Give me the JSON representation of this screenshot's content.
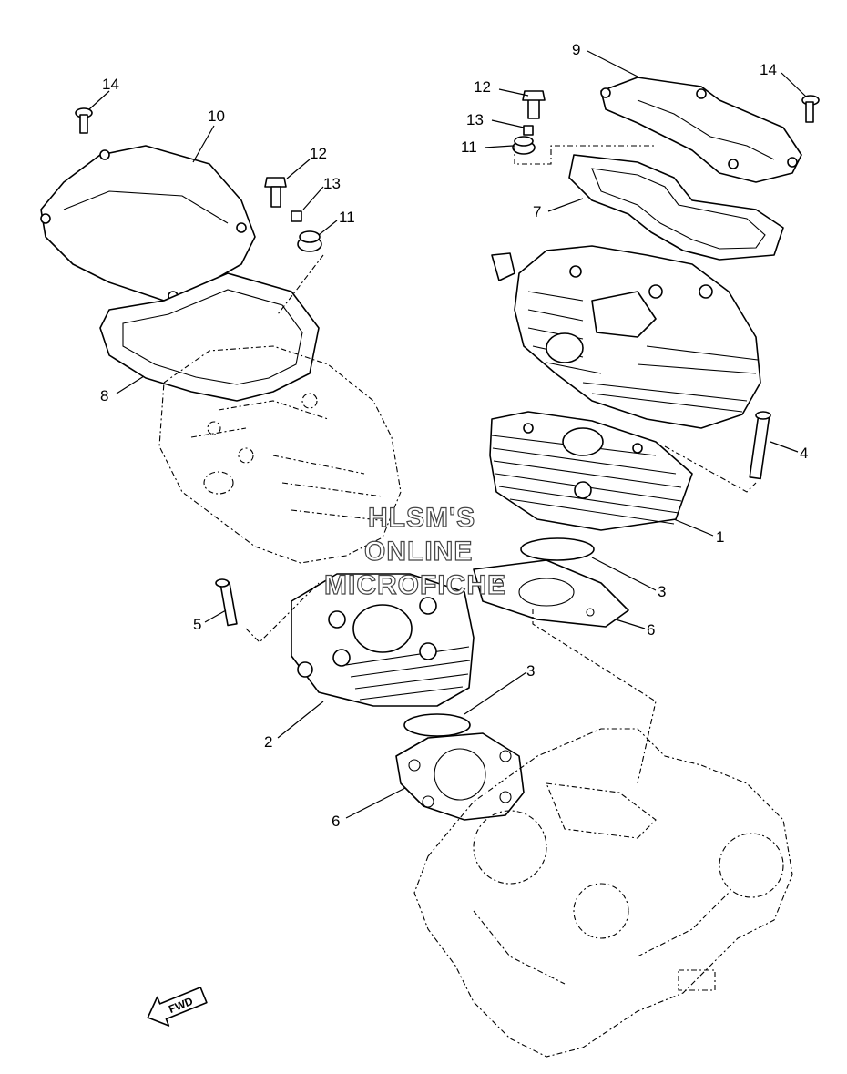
{
  "watermark": {
    "line1": "HLSM'S",
    "line2": "ONLINE",
    "line3": "MICROFICHE"
  },
  "fwd_label": "FWD",
  "callouts": [
    {
      "id": "c14a",
      "text": "14"
    },
    {
      "id": "c10",
      "text": "10"
    },
    {
      "id": "c12a",
      "text": "12"
    },
    {
      "id": "c13a",
      "text": "13"
    },
    {
      "id": "c11a",
      "text": "11"
    },
    {
      "id": "c8",
      "text": "8"
    },
    {
      "id": "c9",
      "text": "9"
    },
    {
      "id": "c14b",
      "text": "14"
    },
    {
      "id": "c12b",
      "text": "12"
    },
    {
      "id": "c13b",
      "text": "13"
    },
    {
      "id": "c11b",
      "text": "11"
    },
    {
      "id": "c7",
      "text": "7"
    },
    {
      "id": "c4",
      "text": "4"
    },
    {
      "id": "c1",
      "text": "1"
    },
    {
      "id": "c3a",
      "text": "3"
    },
    {
      "id": "c6a",
      "text": "6"
    },
    {
      "id": "c5",
      "text": "5"
    },
    {
      "id": "c3b",
      "text": "3"
    },
    {
      "id": "c2",
      "text": "2"
    },
    {
      "id": "c6b",
      "text": "6"
    }
  ]
}
